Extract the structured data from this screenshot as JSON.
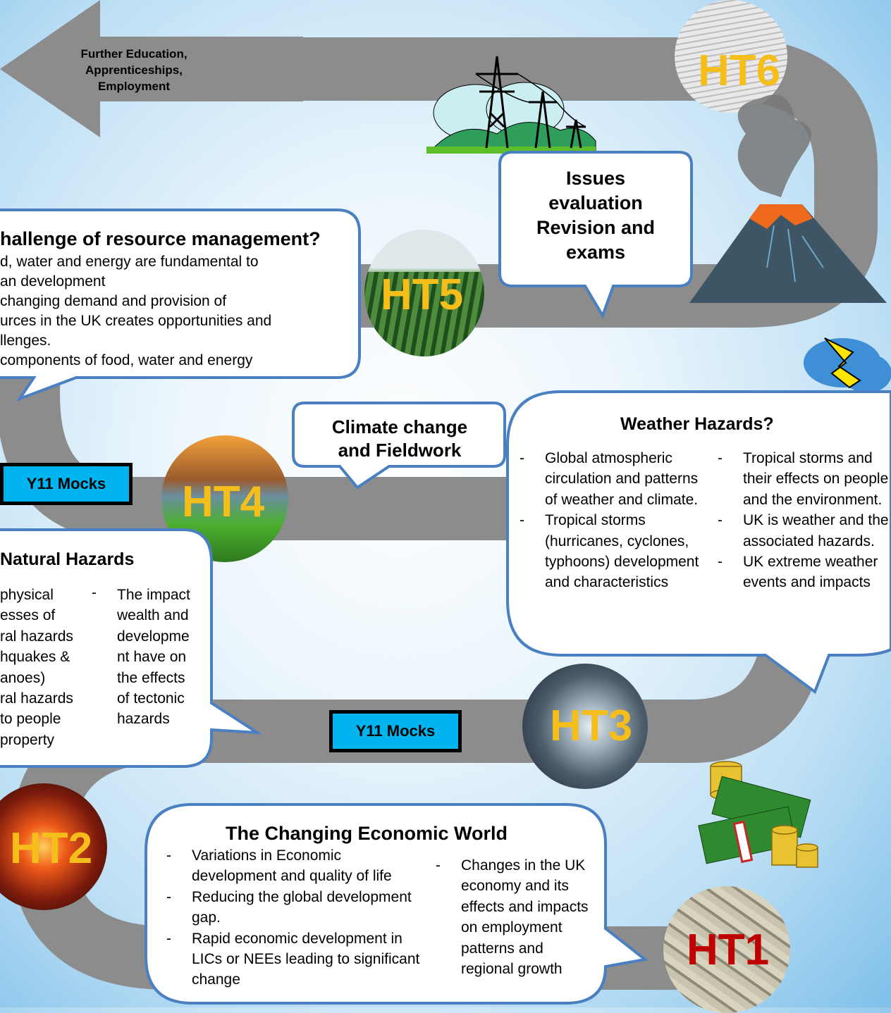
{
  "arrow": {
    "text": "Further Education,\nApprenticeships,\nEmployment"
  },
  "ht_labels": {
    "ht1": "HT1",
    "ht2": "HT2",
    "ht3": "HT3",
    "ht4": "HT4",
    "ht5": "HT5",
    "ht6": "HT6"
  },
  "colors": {
    "road": "#8c8c8d",
    "ht_gold": "#f6be1a",
    "ht1_red": "#c00000",
    "bubble_border": "#4a7fc1",
    "mock_blue": "#00b4ef"
  },
  "issues_bubble": {
    "text": "Issues\nevaluation\nRevision and\nexams"
  },
  "resource_bubble": {
    "title": "hallenge of resource management?",
    "lines": [
      "d, water and energy are fundamental to",
      "an development",
      "changing demand and provision of",
      "urces in the UK creates opportunities and",
      "llenges.",
      "components of food, water and energy"
    ]
  },
  "climate_bubble": {
    "text": "Climate change\nand Fieldwork"
  },
  "weather_bubble": {
    "title": "Weather Hazards?",
    "left": [
      "Global atmospheric circulation and patterns of weather and climate.",
      "Tropical storms (hurricanes, cyclones, typhoons) development and characteristics"
    ],
    "right": [
      "Tropical storms and their effects on people and the environment.",
      "UK is weather and the associated hazards.",
      "UK extreme weather events and impacts"
    ]
  },
  "mocks": {
    "upper": "Y11 Mocks",
    "lower": "Y11 Mocks"
  },
  "natural_bubble": {
    "title": "Natural Hazards",
    "left": "physical\nesses of\nral hazards\nhquakes &\nanoes)\nral hazards\n to people\nproperty",
    "right_dash": "-",
    "right": "The impact\nwealth and\ndevelopme\nnt have on\nthe effects\nof tectonic\nhazards"
  },
  "economic_bubble": {
    "title": "The Changing Economic World",
    "left": [
      "Variations in Economic development and quality of life",
      "Reducing the global development gap.",
      "Rapid economic development in LICs or NEEs leading to significant change"
    ],
    "right": [
      "Changes in the UK economy and its effects and impacts on employment patterns and regional growth"
    ]
  },
  "icons": [
    "pylon-icon",
    "volcano-icon",
    "storm-cloud-icon",
    "money-icon"
  ]
}
